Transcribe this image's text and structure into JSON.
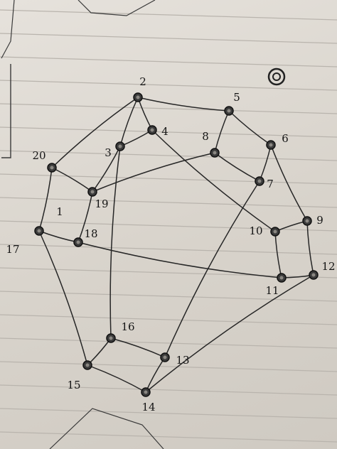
{
  "graph": {
    "nodes": [
      {
        "id": "n1",
        "label": "1"
      },
      {
        "id": "n2",
        "label": "2"
      },
      {
        "id": "n3",
        "label": "3"
      },
      {
        "id": "n4",
        "label": "4"
      },
      {
        "id": "n5",
        "label": "5"
      },
      {
        "id": "n6",
        "label": "6"
      },
      {
        "id": "n7",
        "label": "7"
      },
      {
        "id": "n8",
        "label": "8"
      },
      {
        "id": "n9",
        "label": "9"
      },
      {
        "id": "n10",
        "label": "10"
      },
      {
        "id": "n11",
        "label": "11"
      },
      {
        "id": "n12",
        "label": "12"
      },
      {
        "id": "n13",
        "label": "13"
      },
      {
        "id": "n14",
        "label": "14"
      },
      {
        "id": "n15",
        "label": "15"
      },
      {
        "id": "n16",
        "label": "16"
      },
      {
        "id": "n17",
        "label": "17"
      },
      {
        "id": "n18",
        "label": "18"
      },
      {
        "id": "n19",
        "label": "19"
      },
      {
        "id": "n20",
        "label": "20"
      }
    ],
    "edges": [
      [
        "n2",
        "n3"
      ],
      [
        "n2",
        "n4"
      ],
      [
        "n2",
        "n5"
      ],
      [
        "n2",
        "n20"
      ],
      [
        "n3",
        "n4"
      ],
      [
        "n3",
        "n16"
      ],
      [
        "n4",
        "n10"
      ],
      [
        "n5",
        "n6"
      ],
      [
        "n5",
        "n8"
      ],
      [
        "n6",
        "n9"
      ],
      [
        "n8",
        "n7"
      ],
      [
        "n8",
        "n19"
      ],
      [
        "n7",
        "n13"
      ],
      [
        "n7",
        "n6"
      ],
      [
        "n9",
        "n10"
      ],
      [
        "n9",
        "n12"
      ],
      [
        "n10",
        "n11"
      ],
      [
        "n11",
        "n12"
      ],
      [
        "n12",
        "n14"
      ],
      [
        "n13",
        "n14"
      ],
      [
        "n13",
        "n16"
      ],
      [
        "n14",
        "n15"
      ],
      [
        "n15",
        "n16"
      ],
      [
        "n15",
        "n17"
      ],
      [
        "n17",
        "n18"
      ],
      [
        "n17",
        "n20"
      ],
      [
        "n18",
        "n19"
      ],
      [
        "n18",
        "n11"
      ],
      [
        "n19",
        "n20"
      ],
      [
        "n19",
        "n3"
      ]
    ]
  }
}
